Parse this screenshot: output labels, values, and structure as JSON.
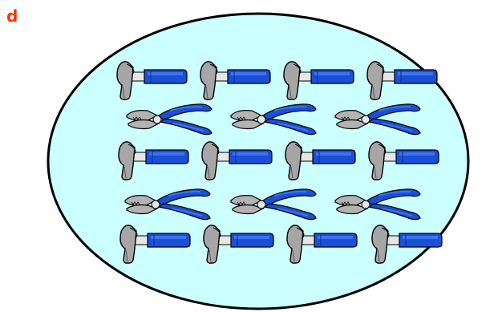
{
  "panel_label": "d",
  "colors": {
    "label": "#ff3300",
    "ellipse_fill": "#ccffff",
    "outline": "#000000",
    "hammer_head": "#a6a6a6",
    "handle_blue": "#1a4fd6",
    "handle_blue_light": "#3d73f0",
    "metal_light": "#e6e6e6",
    "plier_metal": "#b3b3b3"
  },
  "groups": {
    "hammer_count": 12,
    "plier_count": 6
  },
  "icons": {
    "hammer": "hammer-icon",
    "plier": "pliers-icon"
  }
}
